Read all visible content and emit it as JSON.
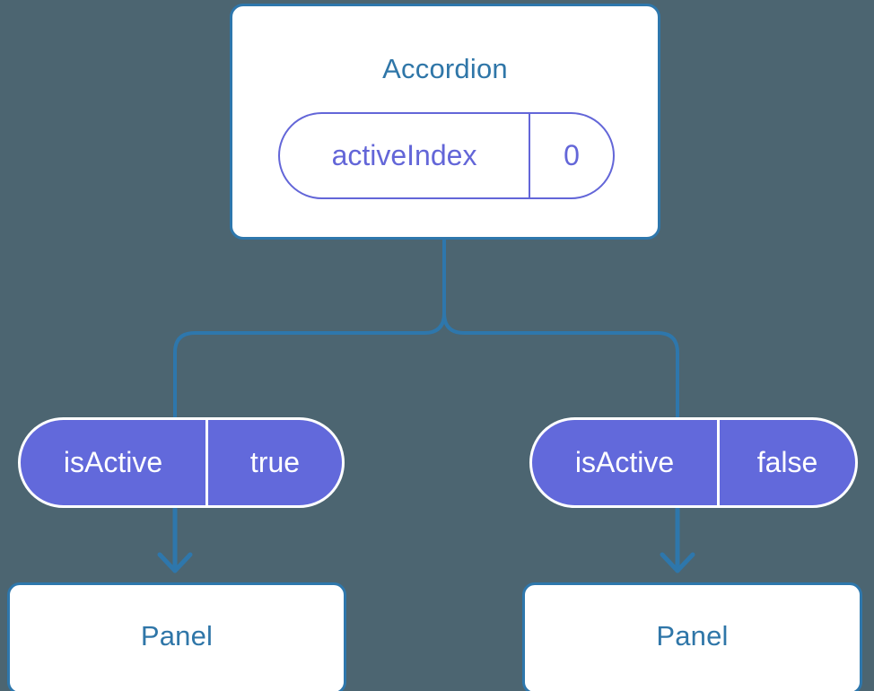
{
  "diagram": {
    "title_text": "Accordion",
    "background_color": "#4c6571",
    "accent_blue": "#2e77ac",
    "accent_purple": "#6366d8",
    "pill_fill_purple": "#6269db"
  },
  "accordion": {
    "label": "Accordion",
    "prop": {
      "key": "activeIndex",
      "value": "0"
    }
  },
  "children": [
    {
      "prop": {
        "key": "isActive",
        "value": "true"
      },
      "panel_label": "Panel"
    },
    {
      "prop": {
        "key": "isActive",
        "value": "false"
      },
      "panel_label": "Panel"
    }
  ]
}
